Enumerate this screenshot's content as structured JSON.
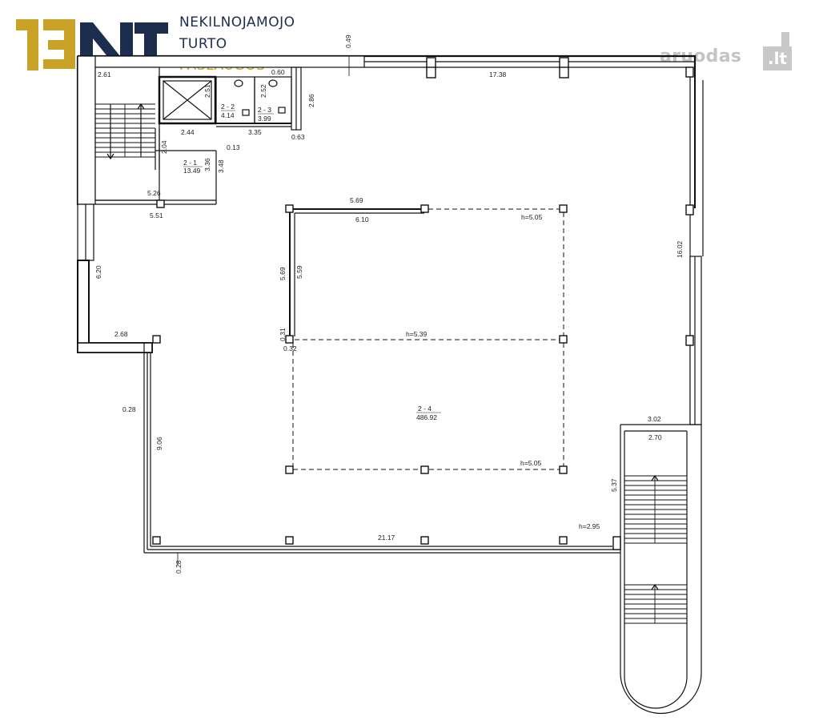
{
  "logo": {
    "mark": "13NT",
    "line1": "NEKILNOJAMOJO",
    "line2": "TURTO",
    "line3": "PASLAUGOS",
    "colors": {
      "navy": "#1c2d4d",
      "gold": "#c9a227"
    }
  },
  "watermark": {
    "text": "aruodas",
    "suffix": ".lt"
  },
  "rooms": [
    {
      "id": "2 - 1",
      "area": "13.49"
    },
    {
      "id": "2 - 2",
      "area": "4.14"
    },
    {
      "id": "2 - 3",
      "area": "3.99"
    },
    {
      "id": "2 - 4",
      "area": "486.92"
    }
  ],
  "dimensions": {
    "top_wall": "17.38",
    "wall_thickness_top": "0.49",
    "stair_top": "2.61",
    "elevator_height": "2.51",
    "elevator_width": "2.44",
    "wc2_height": "2.52",
    "wc_width": "3.35",
    "wc_door": "0.60",
    "shaft_height": "2.86",
    "shaft_width": "0.63",
    "hall_height": "2.04",
    "hall_gap": "0.13",
    "hall_h1": "3.36",
    "hall_h2": "3.48",
    "stair_bottom_inner": "5.26",
    "stair_bottom_outer": "5.51",
    "left_wall": "6.20",
    "notch": "2.68",
    "inner_top_outer": "5.69",
    "inner_top_inner": "6.10",
    "inner_left_outer": "5.69",
    "inner_left_inner": "5.59",
    "col_a": "0.31",
    "col_b": "0.32",
    "right_wall": "16.02",
    "left_wall_thickness": "0.28",
    "left_lower": "9.06",
    "bottom_wall": "21.17",
    "bottom_thickness": "0.28",
    "stair2_outer": "3.02",
    "stair2_inner": "2.70",
    "stair2_height": "5.37"
  },
  "heights": {
    "h1": "h=5.05",
    "h2": "h=5.39",
    "h3": "h=5.05",
    "h4": "h=2.95"
  }
}
